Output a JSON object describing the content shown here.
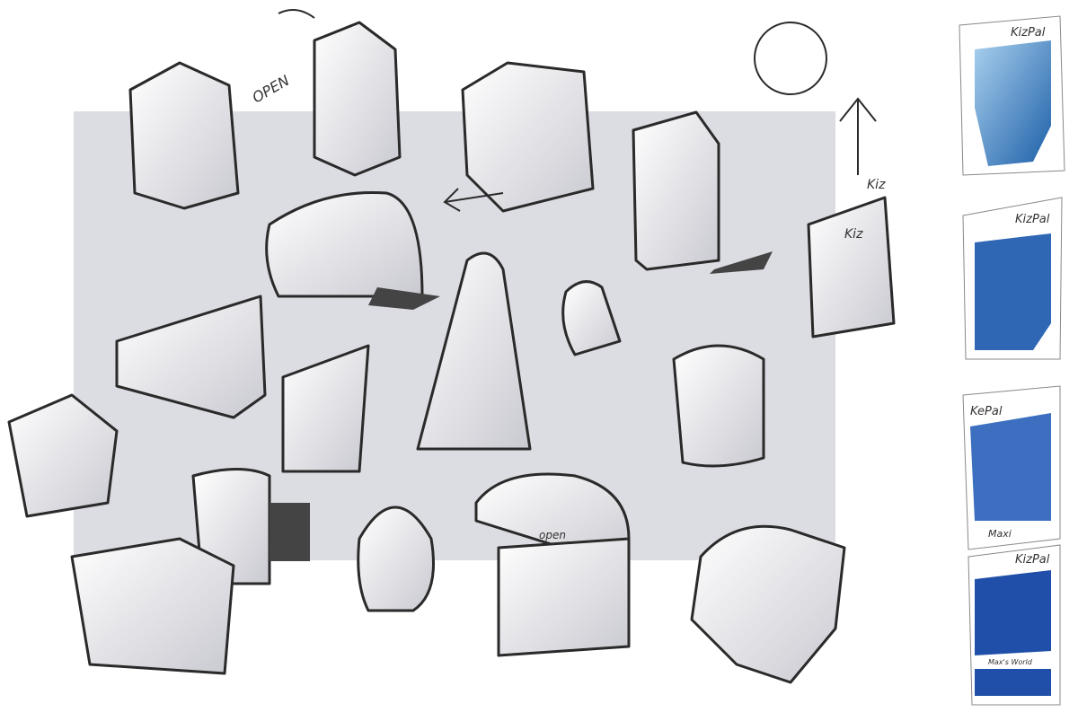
{
  "sketch_labels": {
    "open_top": "OPEN",
    "kiz_back": "Kiz",
    "kiz_front": "Kiz",
    "open_map": "open"
  },
  "packages": [
    {
      "title": "KizPal",
      "color": "#4a90c8"
    },
    {
      "title": "KizPal",
      "color": "#2f67b5"
    },
    {
      "title": "KePal",
      "footer": "Maxi",
      "color": "#3c6fc0"
    },
    {
      "title": "KizPal",
      "footer": "Max's World",
      "color": "#1f4fa8"
    }
  ],
  "colors": {
    "backdrop": "#dcdce3",
    "ink": "#2a2a2a",
    "shadow": "#555555"
  }
}
